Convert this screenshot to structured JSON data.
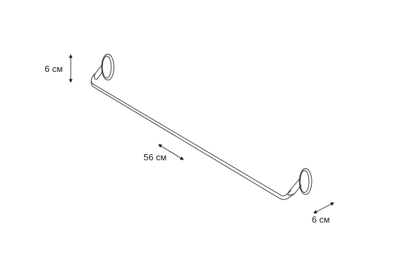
{
  "dimensions": {
    "height_label": "6 см",
    "length_label": "56 см",
    "depth_label": "6 см"
  },
  "colors": {
    "line": "#1a1a1a",
    "background": "#ffffff"
  }
}
